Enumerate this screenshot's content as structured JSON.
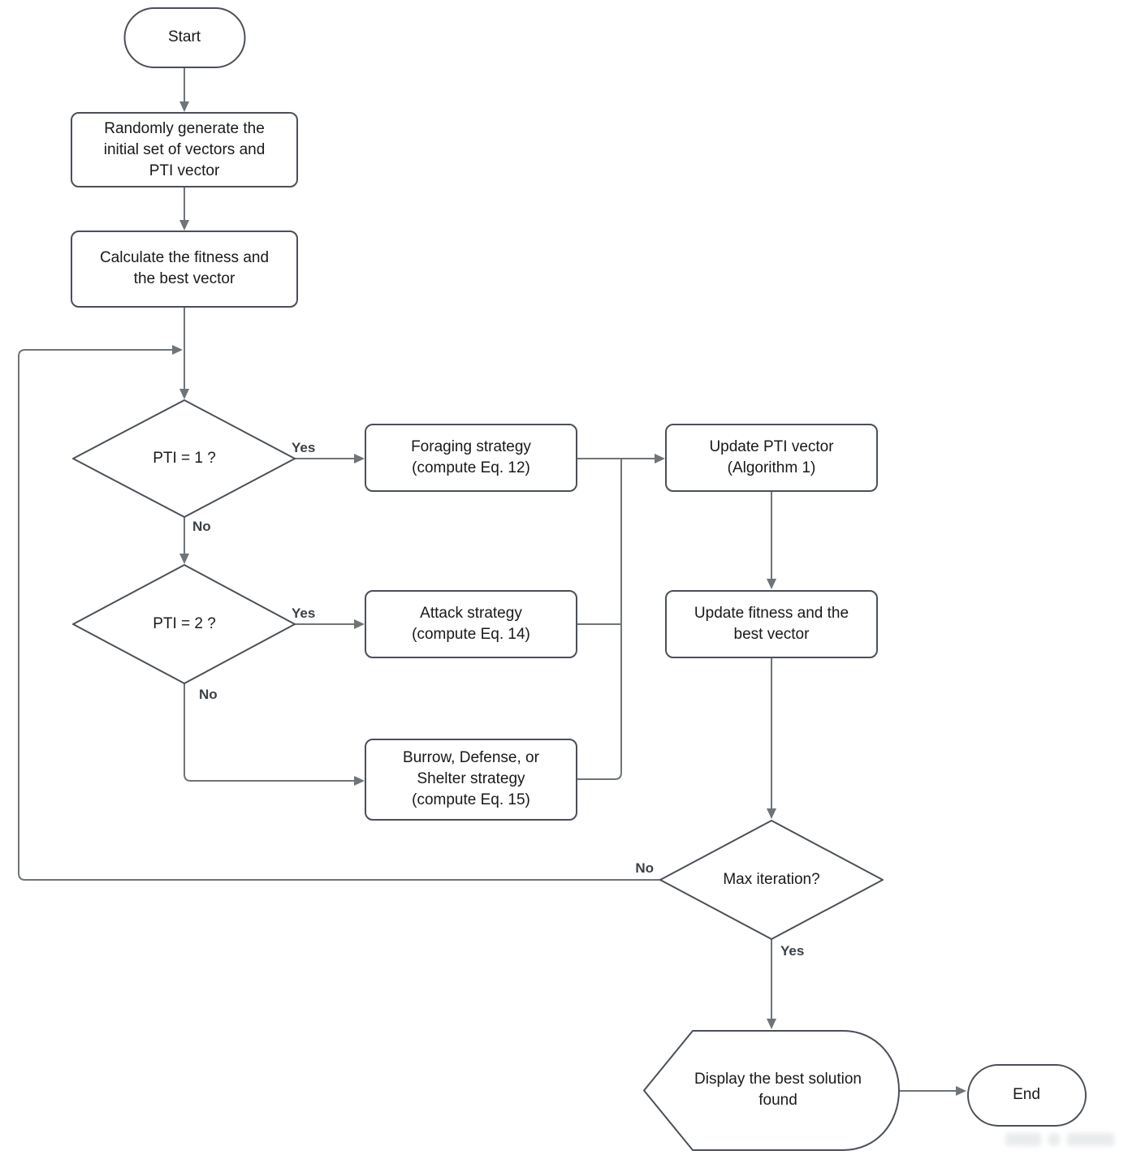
{
  "diagram": {
    "type": "flowchart",
    "nodes": {
      "start": {
        "label": "Start",
        "shape": "terminator"
      },
      "init": {
        "label": "Randomly generate the\ninitial set of vectors and\nPTI vector",
        "shape": "process"
      },
      "fitness": {
        "label": "Calculate the fitness and\nthe best vector",
        "shape": "process"
      },
      "pti1": {
        "label": "PTI = 1 ?",
        "shape": "decision"
      },
      "foraging": {
        "label": "Foraging strategy\n(compute Eq. 12)",
        "shape": "process"
      },
      "update_pti": {
        "label": "Update PTI vector\n(Algorithm 1)",
        "shape": "process"
      },
      "pti2": {
        "label": "PTI = 2 ?",
        "shape": "decision"
      },
      "attack": {
        "label": "Attack strategy\n(compute Eq. 14)",
        "shape": "process"
      },
      "update_fitness": {
        "label": "Update fitness and the\nbest vector",
        "shape": "process"
      },
      "burrow": {
        "label": "Burrow, Defense, or\nShelter  strategy\n(compute Eq. 15)",
        "shape": "process"
      },
      "max_iter": {
        "label": "Max iteration?",
        "shape": "decision"
      },
      "display": {
        "label": "Display the best solution\nfound",
        "shape": "display"
      },
      "end": {
        "label": "End",
        "shape": "terminator"
      }
    },
    "edge_labels": {
      "pti1_yes": "Yes",
      "pti1_no": "No",
      "pti2_yes": "Yes",
      "pti2_no": "No",
      "max_no": "No",
      "max_yes": "Yes"
    },
    "colors": {
      "background": "#ffffff",
      "node_fill": "#ffffff",
      "node_border": "#4a5058",
      "connector": "#6f7478",
      "node_text": "#17191b",
      "edge_label_text": "#3a4046"
    }
  }
}
